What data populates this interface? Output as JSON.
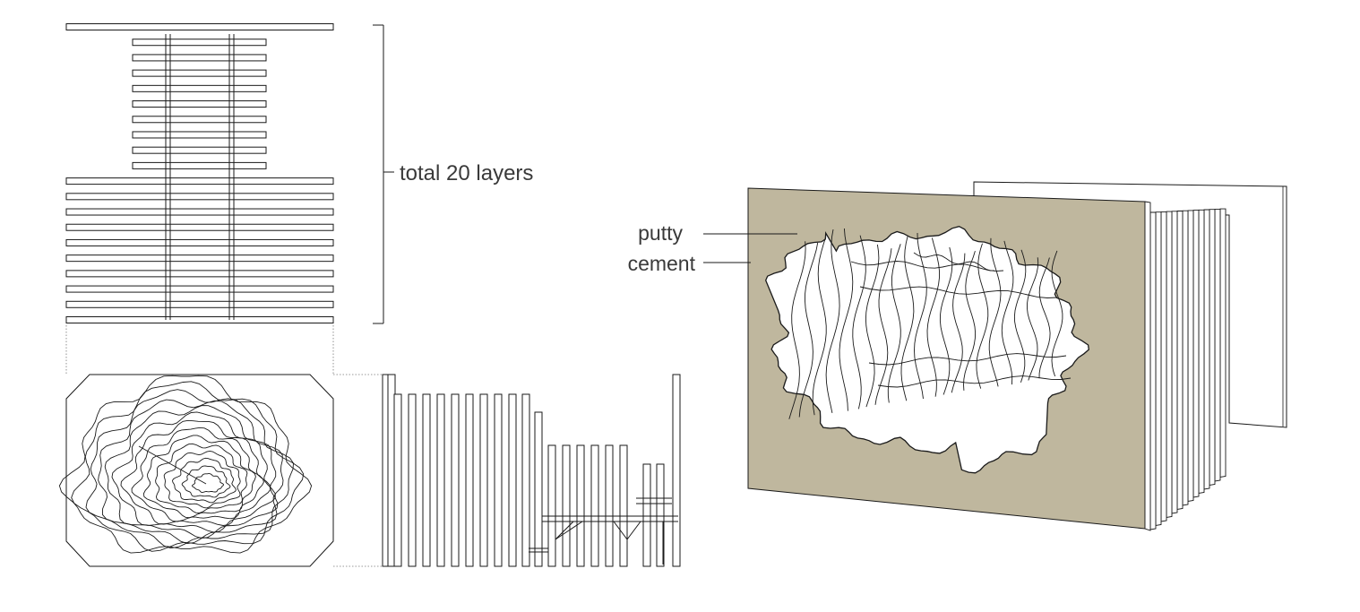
{
  "labels": {
    "layer_total": "total 20 layers",
    "putty": "putty",
    "cement": "cement"
  },
  "colors": {
    "cement": "#bfb79e",
    "line": "#1a1a1a",
    "paper": "#ffffff"
  },
  "stack": {
    "layer_count": 20,
    "narrow_layers": 9,
    "wide_layers": 11
  }
}
